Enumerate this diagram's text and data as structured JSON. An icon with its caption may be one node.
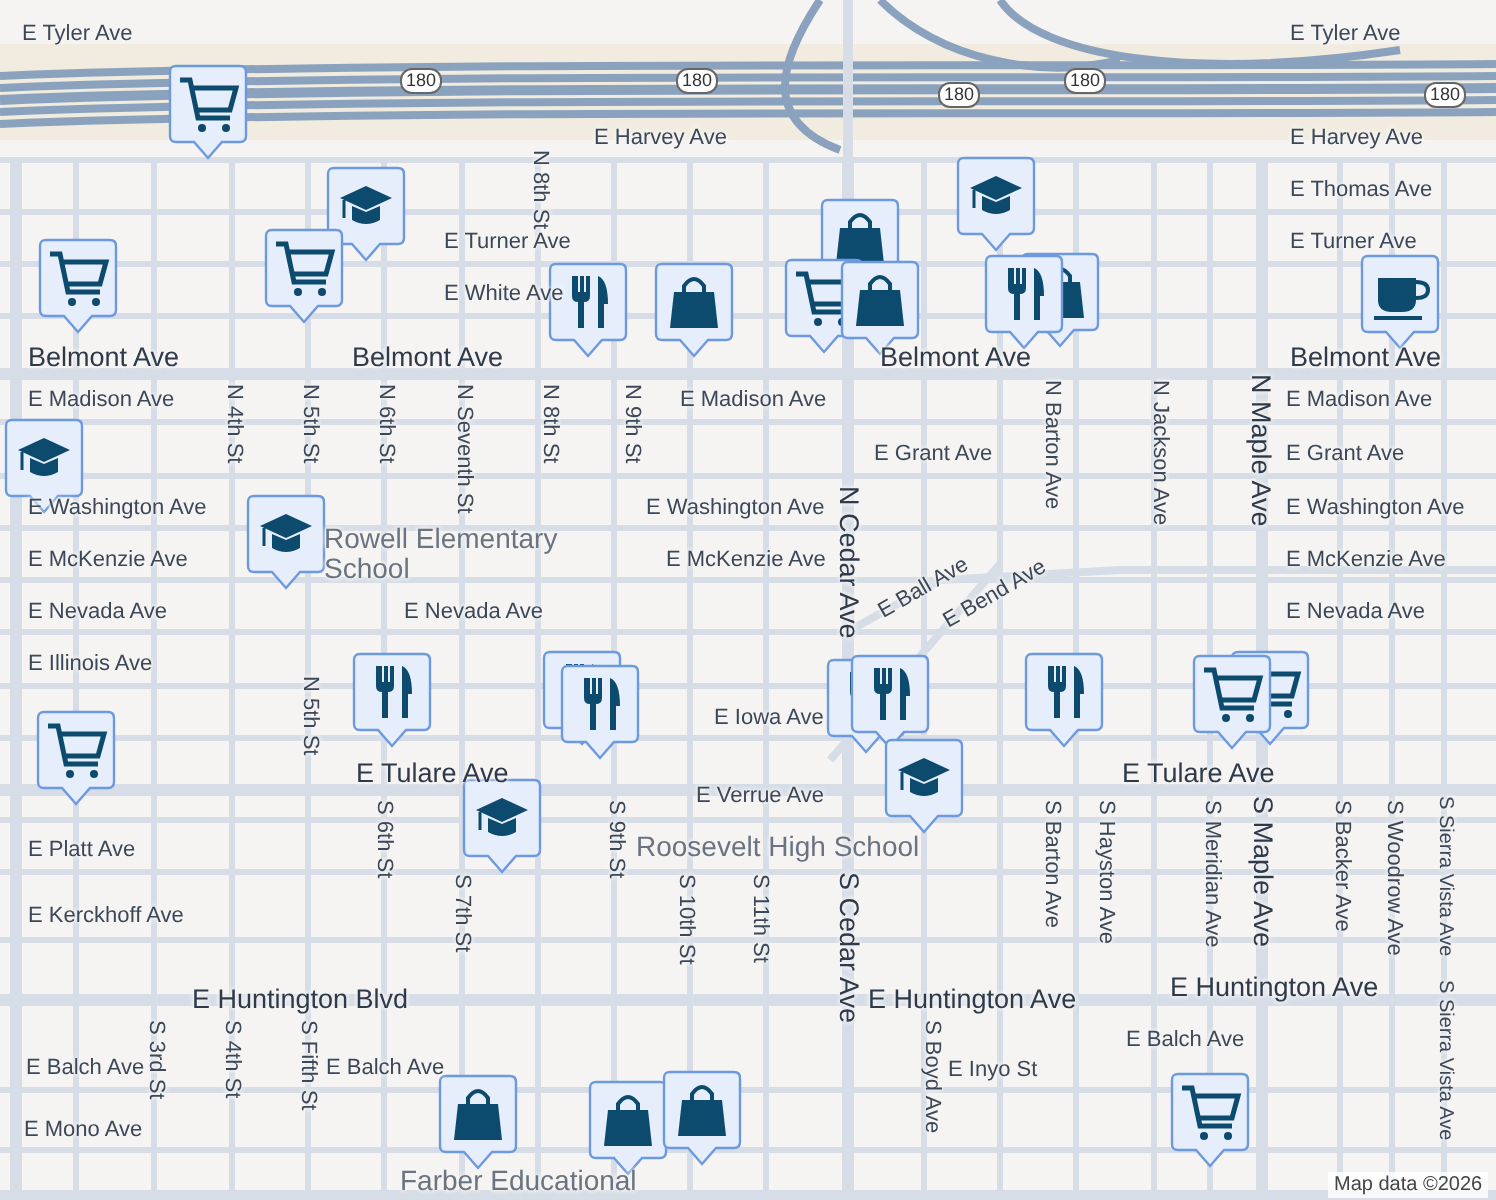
{
  "diagram": {
    "labels": [
      "E Tyler Ave",
      "E Tyler Ave",
      "180",
      "180",
      "180",
      "180",
      "180",
      "E Harvey Ave",
      "E Harvey Ave",
      "E Thomas Ave",
      "N 8th St",
      "E Turner Ave",
      "E Turner Ave",
      "E White Ave",
      "Belmont Ave",
      "Belmont Ave",
      "Belmont Ave",
      "Belmont Ave",
      "E Madison Ave",
      "N 4th St",
      "N 5th St",
      "N 6th St",
      "N Seventh St",
      "N 8th St",
      "N 9th St",
      "E Madison Ave",
      "N Barton Ave",
      "N Jackson Ave",
      "N Maple Ave",
      "E Madison Ave",
      "E Grant Ave",
      "E Grant Ave",
      "E Washington Ave",
      "N Cedar Ave",
      "E Washington Ave",
      "E Washington Ave",
      "Rowell Elementary School",
      "E McKenzie Ave",
      "E McKenzie Ave",
      "E McKenzie Ave",
      "E Ball Ave",
      "E Bend Ave",
      "E Nevada Ave",
      "E Nevada Ave",
      "E Nevada Ave",
      "E Illinois Ave",
      "N 5th St",
      "E Iowa Ave",
      "E Tulare Ave",
      "E Tulare Ave",
      "E Verrue Ave",
      "S 6th St",
      "S 9th St",
      "S Barton Ave",
      "S Hayston Ave",
      "S Meridian Ave",
      "S Maple Ave",
      "S Backer Ave",
      "S Woodrow Ave",
      "S Sierra Vista Ave",
      "E Platt Ave",
      "Roosevelt High School",
      "S Cedar Ave",
      "S 7th St",
      "S 10th St",
      "S 11th St",
      "E Kerckhoff Ave",
      "E Huntington Blvd",
      "E Huntington Ave",
      "E Huntington Ave",
      "S 3rd St",
      "S 4th St",
      "S Fifth St",
      "S Boyd Ave",
      "S Sierra Vista Ave",
      "E Balch Ave",
      "E Balch Ave",
      "E Balch Ave",
      "E Inyo St",
      "E Mono Ave",
      "Farber Educational",
      "Map data ©2026"
    ]
  }
}
